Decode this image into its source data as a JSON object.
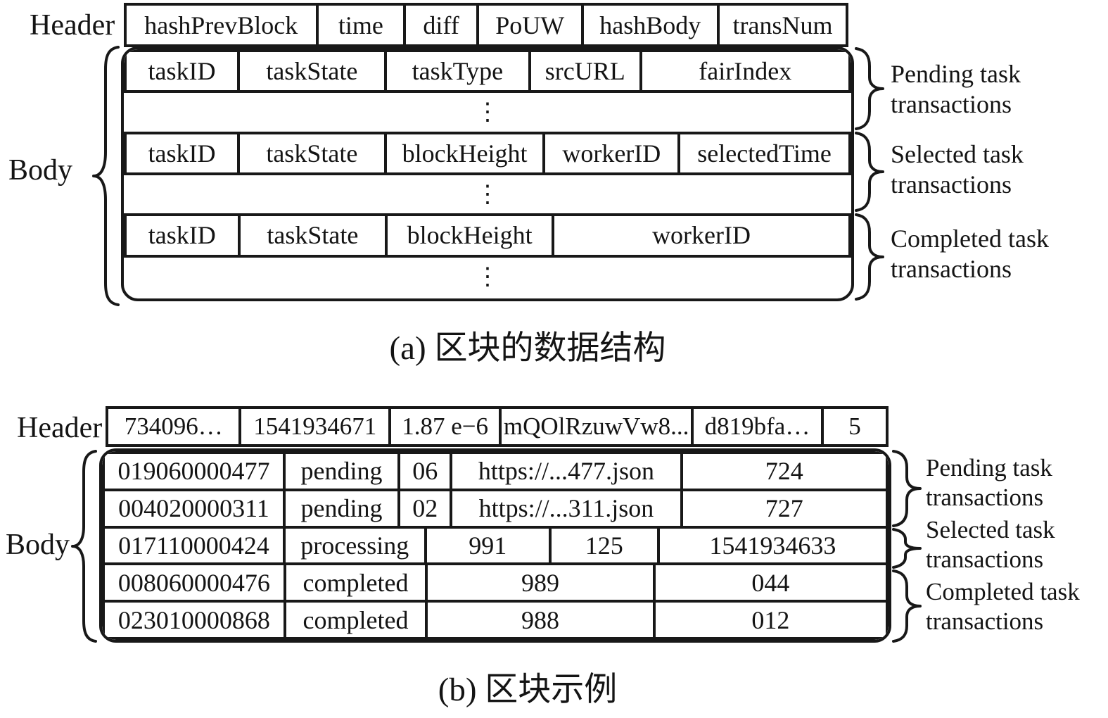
{
  "ellipsis": "⋮",
  "section_a": {
    "caption": "(a) 区块的数据结构",
    "header_label": "Header",
    "body_label": "Body",
    "header_cells": [
      "hashPrevBlock",
      "time",
      "diff",
      "PoUW",
      "hashBody",
      "transNum"
    ],
    "pending_fields": [
      "taskID",
      "taskState",
      "taskType",
      "srcURL",
      "fairIndex"
    ],
    "selected_fields": [
      "taskID",
      "taskState",
      "blockHeight",
      "workerID",
      "selectedTime"
    ],
    "completed_fields": [
      "taskID",
      "taskState",
      "blockHeight",
      "workerID"
    ],
    "brace_labels": {
      "pending": "Pending task transactions",
      "selected": "Selected task transactions",
      "completed": "Completed task transactions"
    }
  },
  "section_b": {
    "caption": "(b) 区块示例",
    "header_label": "Header",
    "body_label": "Body",
    "header_cells": [
      "734096…",
      "1541934671",
      "1.87 e−6",
      "mQOlRzuwVw8...",
      "d819bfa…",
      "5"
    ],
    "rows": [
      [
        "019060000477",
        "pending",
        "06",
        "https://...477.json",
        "724"
      ],
      [
        "004020000311",
        "pending",
        "02",
        "https://...311.json",
        "727"
      ],
      [
        "017110000424",
        "processing",
        "991",
        "125",
        "1541934633"
      ],
      [
        "008060000476",
        "completed",
        "989",
        "044"
      ],
      [
        "023010000868",
        "completed",
        "988",
        "012"
      ]
    ],
    "brace_labels": {
      "pending": "Pending task transactions",
      "selected": "Selected task transactions",
      "completed": "Completed task transactions"
    }
  }
}
